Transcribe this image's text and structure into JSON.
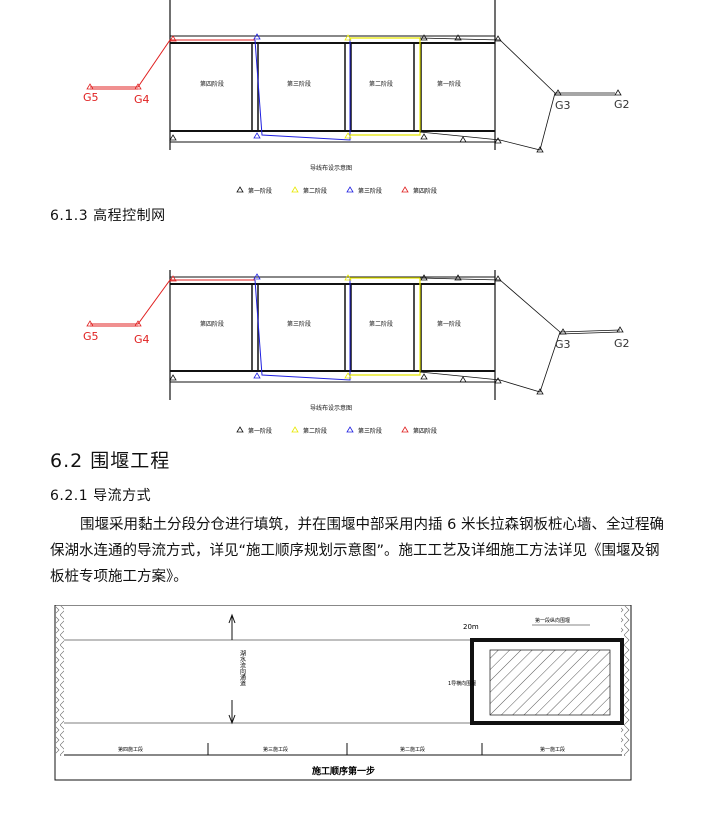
{
  "figure1": {
    "labels": {
      "G5": "G5",
      "G4": "G4",
      "G3": "G3",
      "G2": "G2",
      "stage4": "第四阶段",
      "stage3": "第三阶段",
      "stage2": "第二阶段",
      "stage1": "第一阶段",
      "caption": "导线布设示意图"
    },
    "legend": [
      "第一阶段",
      "第二阶段",
      "第三阶段",
      "第四阶段"
    ]
  },
  "heading_6_1_3": "6.1.3 高程控制网",
  "figure2": {
    "labels": {
      "G5": "G5",
      "G4": "G4",
      "G3": "G3",
      "G2": "G2",
      "stage4": "第四阶段",
      "stage3": "第三阶段",
      "stage2": "第二阶段",
      "stage1": "第一阶段",
      "caption": "导线布设示意图"
    },
    "legend": [
      "第一阶段",
      "第二阶段",
      "第三阶段",
      "第四阶段"
    ]
  },
  "heading_6_2": "6.2   围堰工程",
  "heading_6_2_1": "6.2.1 导流方式",
  "paragraph": "围堰采用黏土分段分仓进行填筑，并在围堰中部采用内插 6 米长拉森钢板桩心墙、全过程确保湖水连通的导流方式，详见“施工顺序规划示意图”。施工工艺及详细施工方法详见《围堰及钢板桩专项施工方案》。",
  "figure3": {
    "dim_20m": "20m",
    "label_first_long": "第一段纵向围堰",
    "label_first_trans": "1导横向围堰",
    "channel_text": "湖水流向通道",
    "sections": [
      "第四施工段",
      "第三施工段",
      "第二施工段",
      "第一施工段"
    ],
    "caption": "施工顺序第一步"
  },
  "colors": {
    "red": "#e02020",
    "blue": "#2020e0",
    "yellow": "#e8e800",
    "black": "#111111"
  }
}
